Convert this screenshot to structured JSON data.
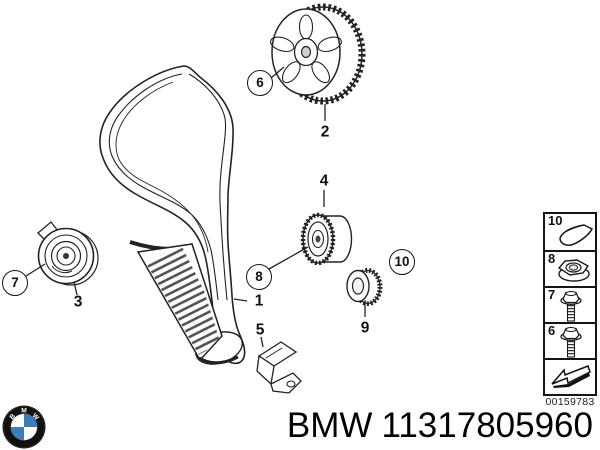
{
  "colors": {
    "line": "#1a1a1a",
    "background": "#ffffff",
    "bmw_blue": "#3d7cb8",
    "logo_black": "#101010"
  },
  "diagram": {
    "labels": {
      "belt": "1",
      "cam_sprocket": "2",
      "tensioner": "3",
      "idler": "4",
      "bracket": "5",
      "small_sprocket": "9"
    },
    "callouts": {
      "c6": "6",
      "c7": "7",
      "c8": "8",
      "c10": "10"
    }
  },
  "legend": {
    "items": [
      {
        "label": "10",
        "icon": "woodruff-key"
      },
      {
        "label": "8",
        "icon": "flange-nut"
      },
      {
        "label": "7",
        "icon": "flange-bolt"
      },
      {
        "label": "6",
        "icon": "flange-bolt"
      },
      {
        "label": "",
        "icon": "direction-arrow"
      }
    ]
  },
  "drawing_code": "00159783",
  "footer": {
    "brand": "BMW",
    "part_number": "11317805960",
    "logo_letters": [
      "B",
      "M",
      "W"
    ]
  }
}
